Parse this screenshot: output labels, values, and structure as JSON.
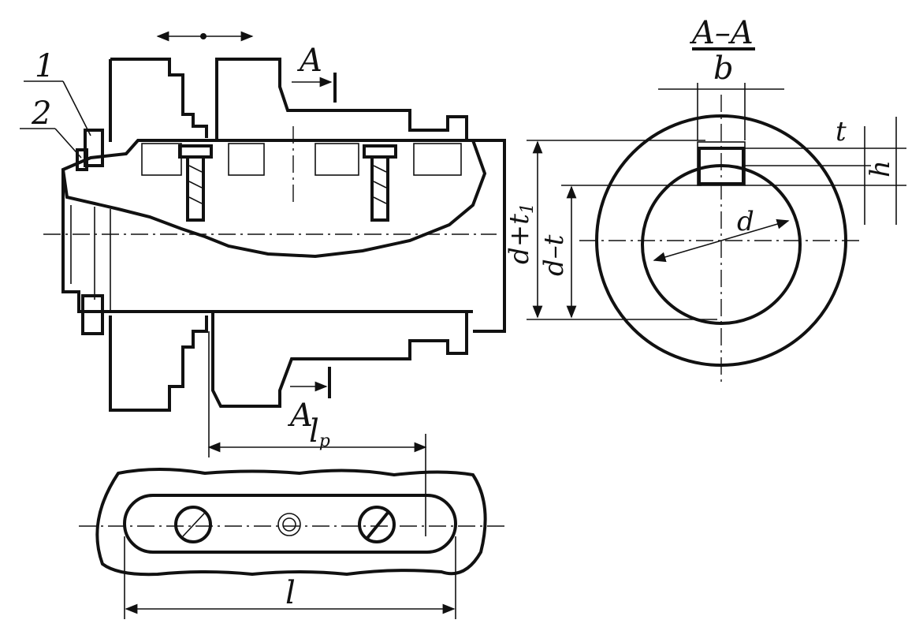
{
  "labels": {
    "part1": "1",
    "part2": "2",
    "section_top": "A",
    "section_bottom": "A",
    "section_view_title": "A–A",
    "b": "b",
    "t": "t",
    "h": "h",
    "d": "d",
    "d_plus_t1_main": "d+t",
    "d_plus_t1_sub": "1",
    "d_minus_t": "d–t",
    "lp_main": "l",
    "lp_sub": "p",
    "l": "l"
  },
  "colors": {
    "ink": "#111111",
    "paper": "#ffffff"
  }
}
